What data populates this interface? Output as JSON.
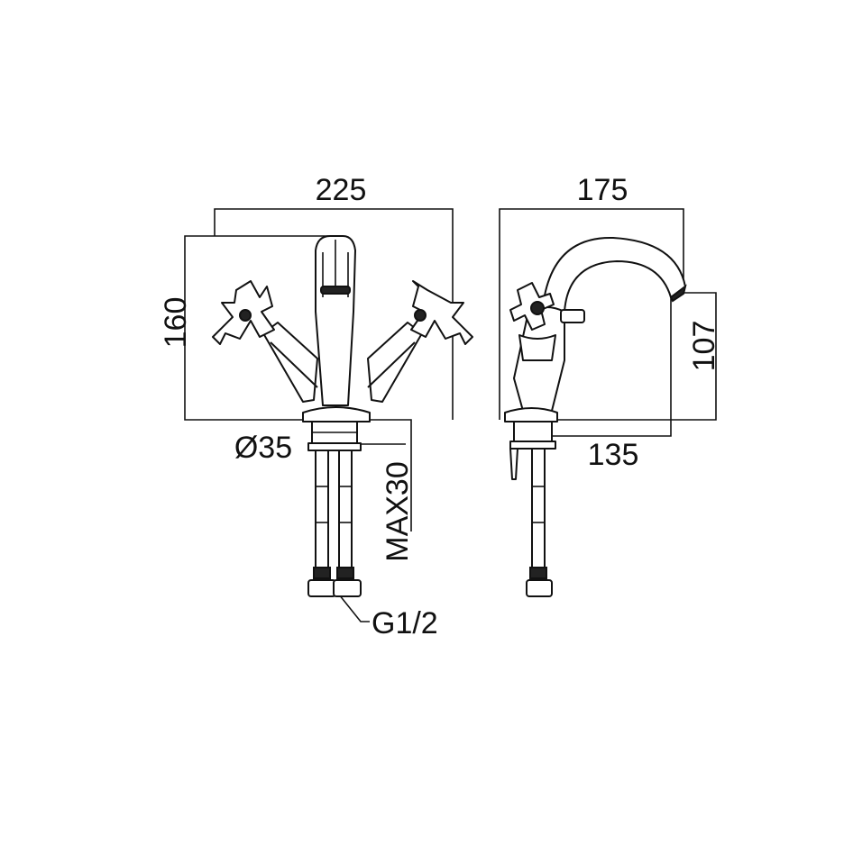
{
  "front_view": {
    "width_label": "225",
    "height_label": "160",
    "base_diameter_label": "Ø35",
    "max_deck_label": "MAX30",
    "connection_label": "G1/2"
  },
  "side_view": {
    "projection_label": "175",
    "spout_height_label": "107",
    "reach_label": "135"
  }
}
